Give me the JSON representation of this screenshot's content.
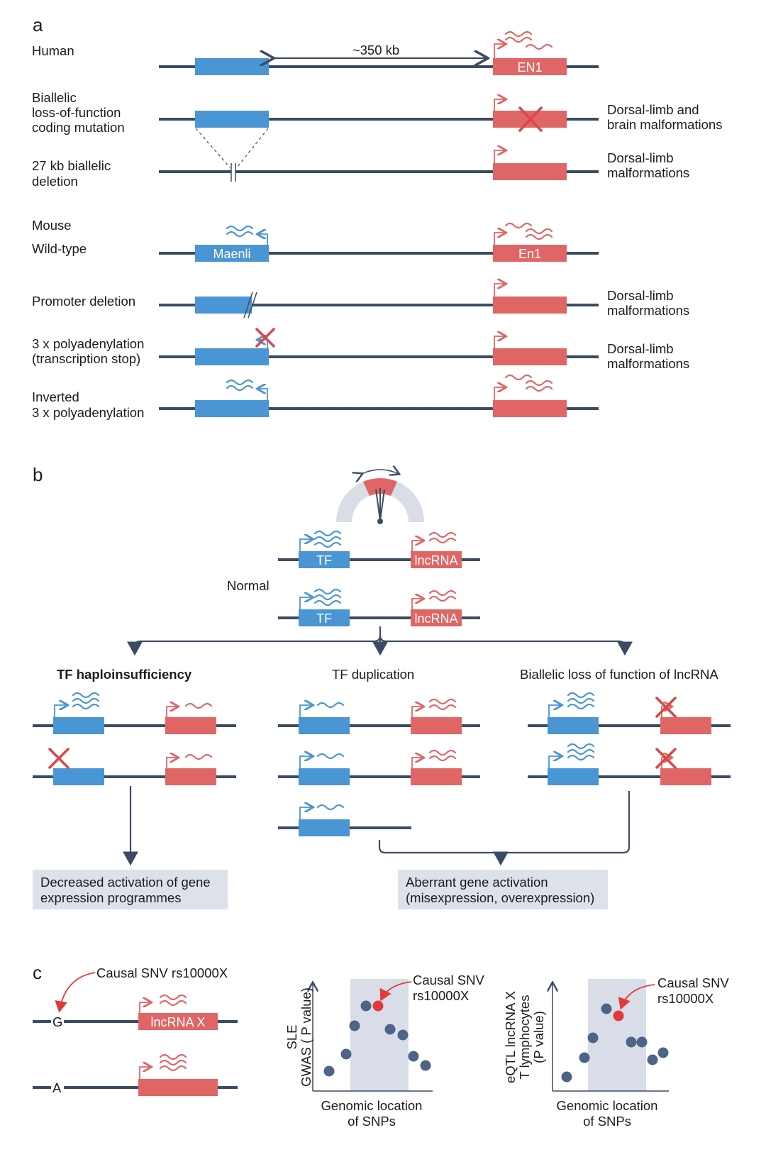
{
  "panels": {
    "a": "a",
    "b": "b",
    "c": "c"
  },
  "panel_a": {
    "distance": "~350 kb",
    "rows": {
      "human": "Human",
      "biallelic_1": "Biallelic",
      "biallelic_2": "loss-of-function",
      "biallelic_3": "coding mutation",
      "deletion_1": "27 kb biallelic",
      "deletion_2": "deletion",
      "mouse": "Mouse",
      "wildtype": "Wild-type",
      "promoter": "Promoter deletion",
      "polyA_1": "3 x polyadenylation",
      "polyA_2": "(transcription stop)",
      "inv_1": "Inverted",
      "inv_2": "3 x polyadenylation"
    },
    "genes": {
      "en1_human": "EN1",
      "maenli": "Maenli",
      "en1_mouse": "En1"
    },
    "outcomes": {
      "o1_1": "Dorsal-limb and",
      "o1_2": "brain malformations",
      "o2_1": "Dorsal-limb",
      "o2_2": "malformations",
      "o3_1": "Dorsal-limb",
      "o3_2": "malformations",
      "o4_1": "Dorsal-limb",
      "o4_2": "malformations"
    }
  },
  "panel_b": {
    "normal": "Normal",
    "tf": "TF",
    "lncrna": "lncRNA",
    "branches": {
      "haplo": "TF haploinsufficiency",
      "dup": "TF duplication",
      "loss": "Biallelic loss of function of lncRNA"
    },
    "result_left_1": "Decreased activation of gene",
    "result_left_2": "expression programmes",
    "result_right_1": "Aberrant gene activation",
    "result_right_2": "(misexpression, overexpression)"
  },
  "panel_c": {
    "causal_top": "Causal SNV rs10000X",
    "allele_g": "G",
    "allele_a": "A",
    "lncrna_x": "lncRNA X",
    "plot1_callout_1": "Causal SNV",
    "plot1_callout_2": "rs10000X",
    "plot1_ylabel_1": "SLE",
    "plot1_ylabel_2": "GWAS ( P value)",
    "plot1_xlabel_1": "Genomic location",
    "plot1_xlabel_2": "of SNPs",
    "plot2_callout_1": "Causal SNV",
    "plot2_callout_2": "rs10000X",
    "plot2_ylabel_1": "eQTL  lncRNA X",
    "plot2_ylabel_2": "T lymphocytes",
    "plot2_ylabel_3": "(P value)",
    "plot2_xlabel_1": "Genomic location",
    "plot2_xlabel_2": "of SNPs"
  },
  "colors": {
    "blue": "#4a95d3",
    "red": "#e06666",
    "line": "#3c4b63",
    "shade": "#d8dde8"
  }
}
